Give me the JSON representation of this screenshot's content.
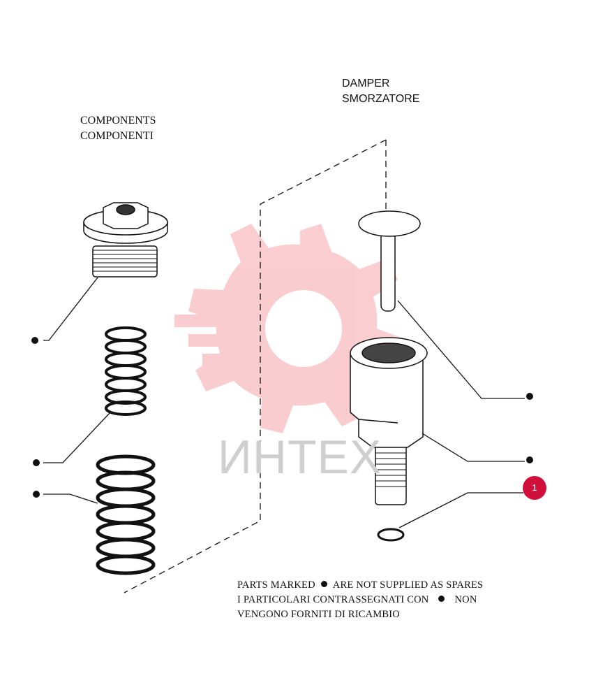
{
  "labels": {
    "components_en": "COMPONENTS",
    "components_it": "COMPONENTI",
    "damper_en": "DAMPER",
    "damper_it": "SMORZATORE"
  },
  "note": {
    "line1_a": "PARTS MARKED",
    "line1_b": "ARE NOT SUPPLIED AS SPARES",
    "line2_a": "I PARTICOLARI CONTRASSEGNATI CON",
    "line2_b": "NON",
    "line3": "VENGONO FORNITI DI RICAMBIO"
  },
  "callout": {
    "number": "1",
    "color": "#d0103a"
  },
  "watermark": {
    "text": "ИНТЕХ",
    "color": "#e8202a"
  },
  "parts": [
    "threaded-plug-icon",
    "small-spring-icon",
    "large-spring-icon",
    "damper-pin-icon",
    "damper-body-icon",
    "o-ring-icon"
  ]
}
